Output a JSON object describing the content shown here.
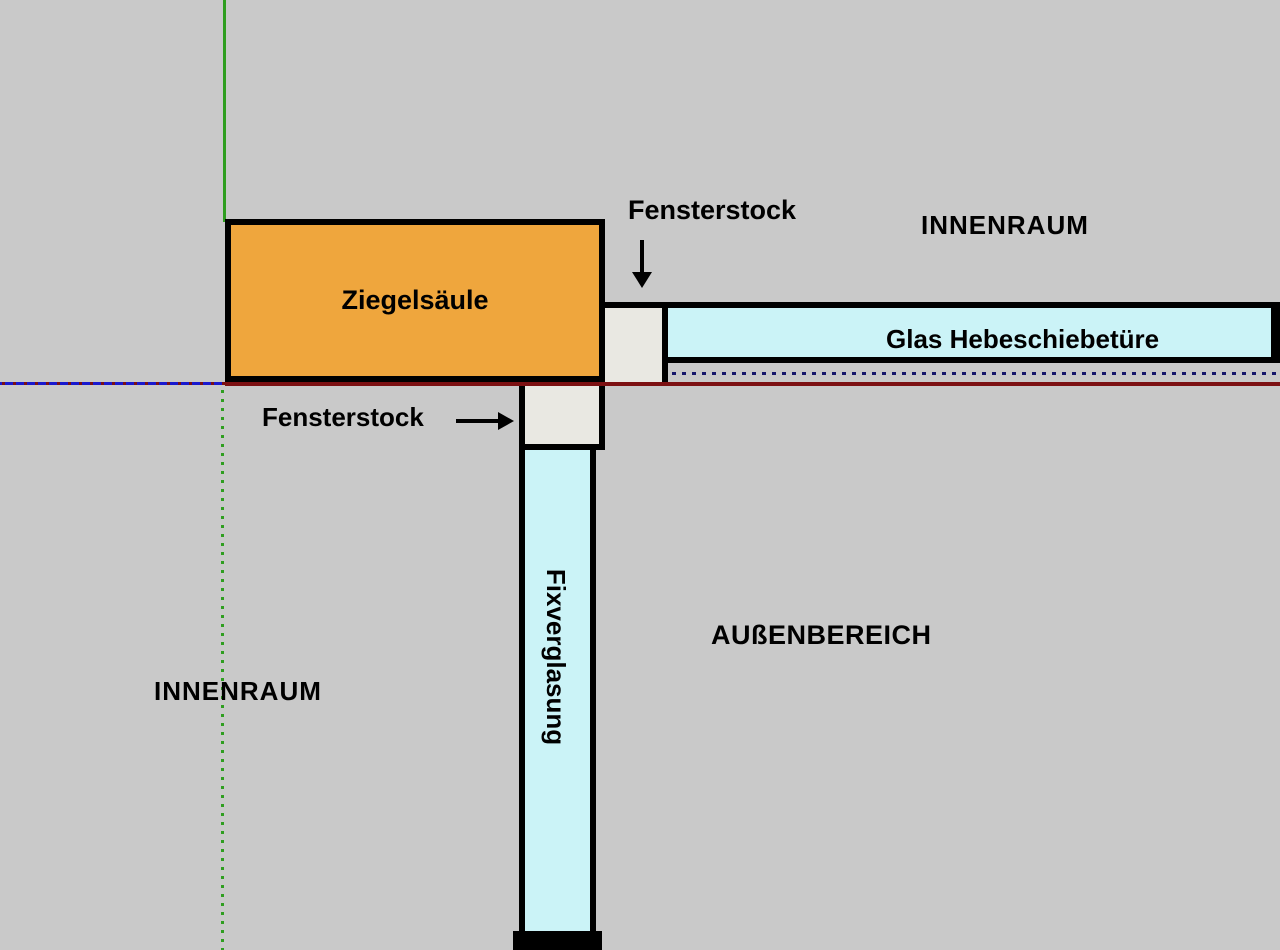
{
  "diagram": {
    "labels": {
      "ziegelsaeule": "Ziegelsäule",
      "fensterstock_top": "Fensterstock",
      "fensterstock_left": "Fensterstock",
      "innenraum_top": "INNENRAUM",
      "innenraum_left": "INNENRAUM",
      "glas_hebeschiebetuere": "Glas Hebeschiebetüre",
      "fixverglasung": "Fixverglasung",
      "aussenbereich": "AUßENBEREICH"
    },
    "colors": {
      "background": "#c9c9c9",
      "brick_fill": "#efa63d",
      "glass_fill": "#cbf3f7",
      "frame_fill": "#e9e8e2",
      "outline": "#000000",
      "axis_green": "#2e9e1f",
      "axis_blue": "#1818cf",
      "axis_red": "#7c1012",
      "dotted_navy": "#15156a"
    }
  }
}
